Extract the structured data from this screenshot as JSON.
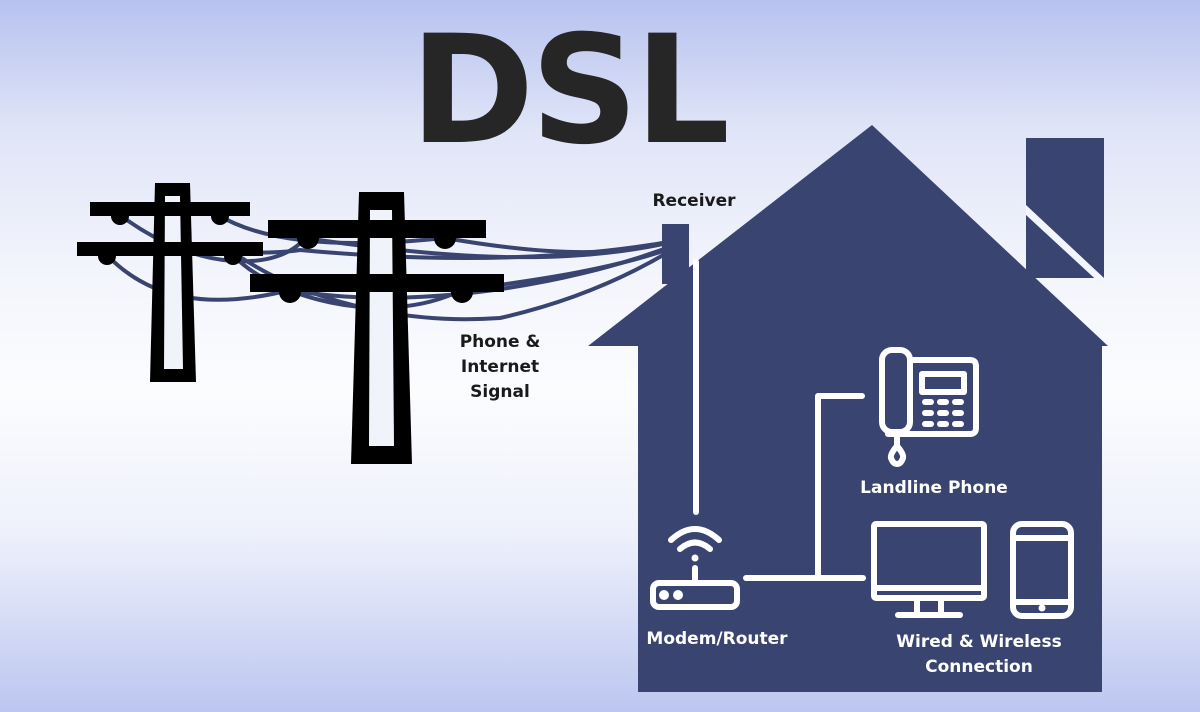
{
  "title": "DSL",
  "labels": {
    "receiver": "Receiver",
    "signal_line1": "Phone &",
    "signal_line2": "Internet",
    "signal_line3": "Signal",
    "landline": "Landline Phone",
    "modem": "Modem/Router",
    "devices_line1": "Wired & Wireless",
    "devices_line2": "Connection"
  },
  "colors": {
    "house": "#3a4470",
    "poles": "#000000",
    "title": "#262626"
  }
}
